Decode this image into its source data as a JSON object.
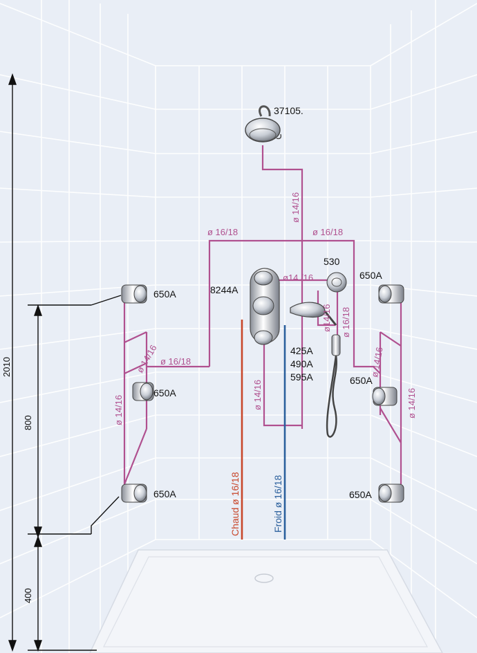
{
  "colors": {
    "background": "#e9eef6",
    "tile_line": "#ffffff",
    "pipe_mixed": "#b0508f",
    "pipe_hot": "#c8462a",
    "pipe_cold": "#2a5f9c",
    "label_text": "#111111"
  },
  "products": {
    "shower_head": "37105.",
    "valve": "8244A",
    "diverter": "530",
    "jet_left_top": "650A",
    "jet_left_mid": "650A",
    "jet_left_bottom": "650A",
    "jet_right_top": "650A",
    "jet_right_mid": "650A",
    "jet_right_bottom": "650A",
    "hand_shower_line1": "425A",
    "hand_shower_line2": "490A",
    "hand_shower_line3": "595A"
  },
  "pipes": {
    "top_riser": "ø 14/16",
    "main_left": "ø 16/18",
    "main_right": "ø 16/18",
    "valve_right": "ø14 /16",
    "left_branch": "ø 16/18",
    "left_diag": "ø 14/16",
    "left_vertical": "ø 14/16",
    "valve_down": "ø 14/16",
    "hand_shower_a": "ø14/16",
    "hand_shower_b": "ø 16/18",
    "right_diag": "ø 14/16",
    "right_vertical": "ø 14/16",
    "hot_supply": "Chaud ø 16/18",
    "cold_supply": "Froid  ø 16/18"
  },
  "dimensions": {
    "total_height": "2010",
    "jet_zone": "800",
    "floor_to_jet": "400"
  }
}
